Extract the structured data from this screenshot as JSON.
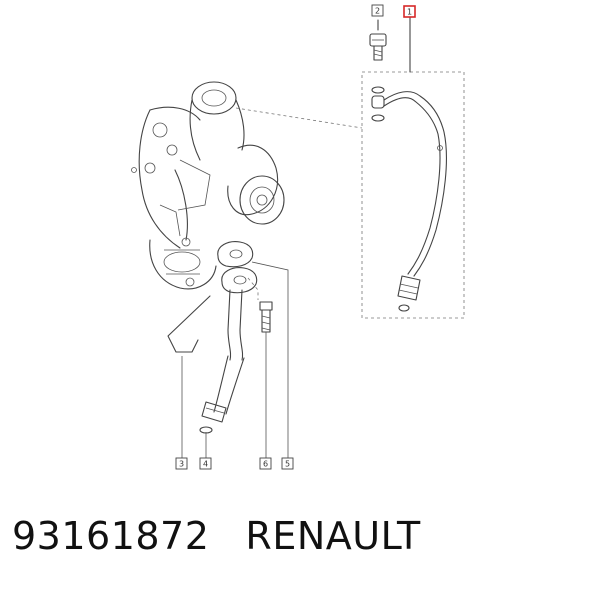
{
  "callouts": {
    "c1": "1",
    "c2": "2",
    "c3": "3",
    "c4": "4",
    "c5": "5",
    "c6": "6"
  },
  "colors": {
    "highlight": "#d62828",
    "line": "#444444"
  },
  "caption": {
    "part_number": "93161872",
    "brand": "RENAULT"
  }
}
